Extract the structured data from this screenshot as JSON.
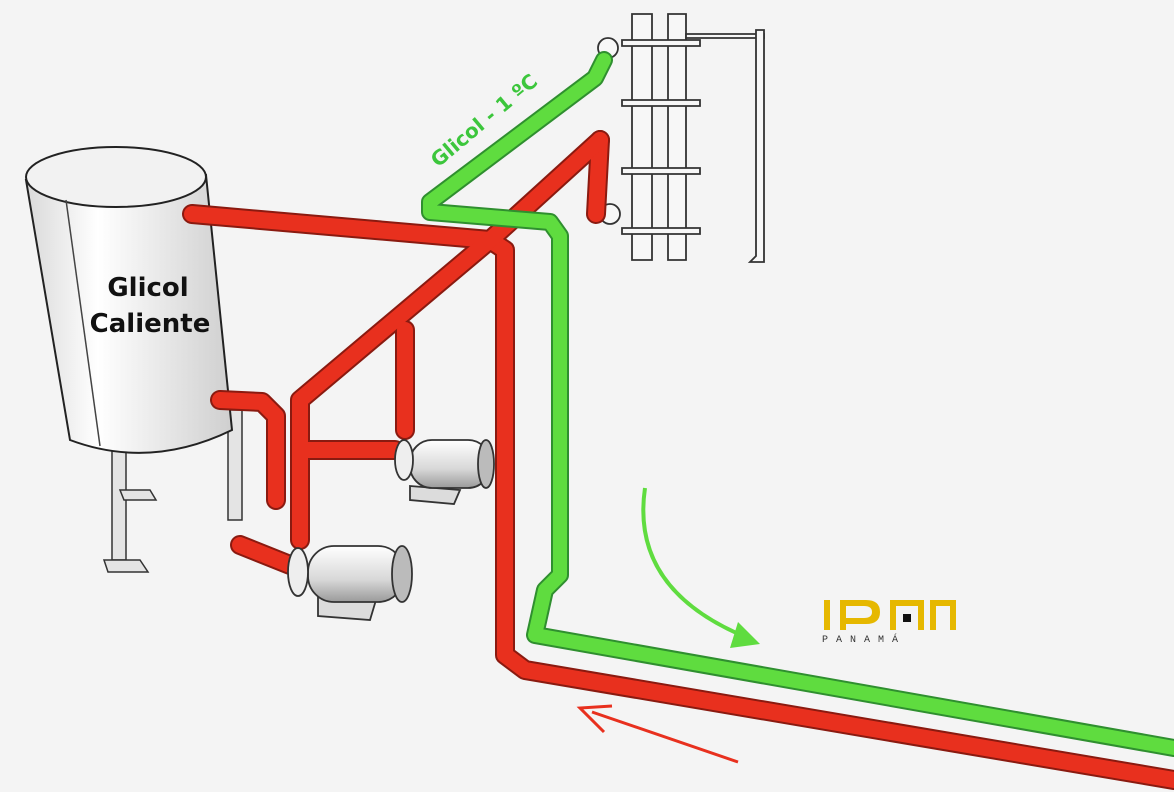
{
  "diagram": {
    "tank_label_line1": "Glicol",
    "tank_label_line2": "Caliente",
    "cold_line_label": "Glicol - 1 ºC",
    "logo_letters": "IPM",
    "logo_subtitle": "PANAMÁ",
    "colors": {
      "hot_pipe": "#e8301e",
      "cold_pipe": "#5fdc3f",
      "logo_gold": "#e6b800",
      "background": "#f4f4f4"
    },
    "icons": [
      "tank",
      "pump",
      "pump",
      "plate-heat-exchanger",
      "flow-arrow-down",
      "flow-arrow-left"
    ]
  }
}
